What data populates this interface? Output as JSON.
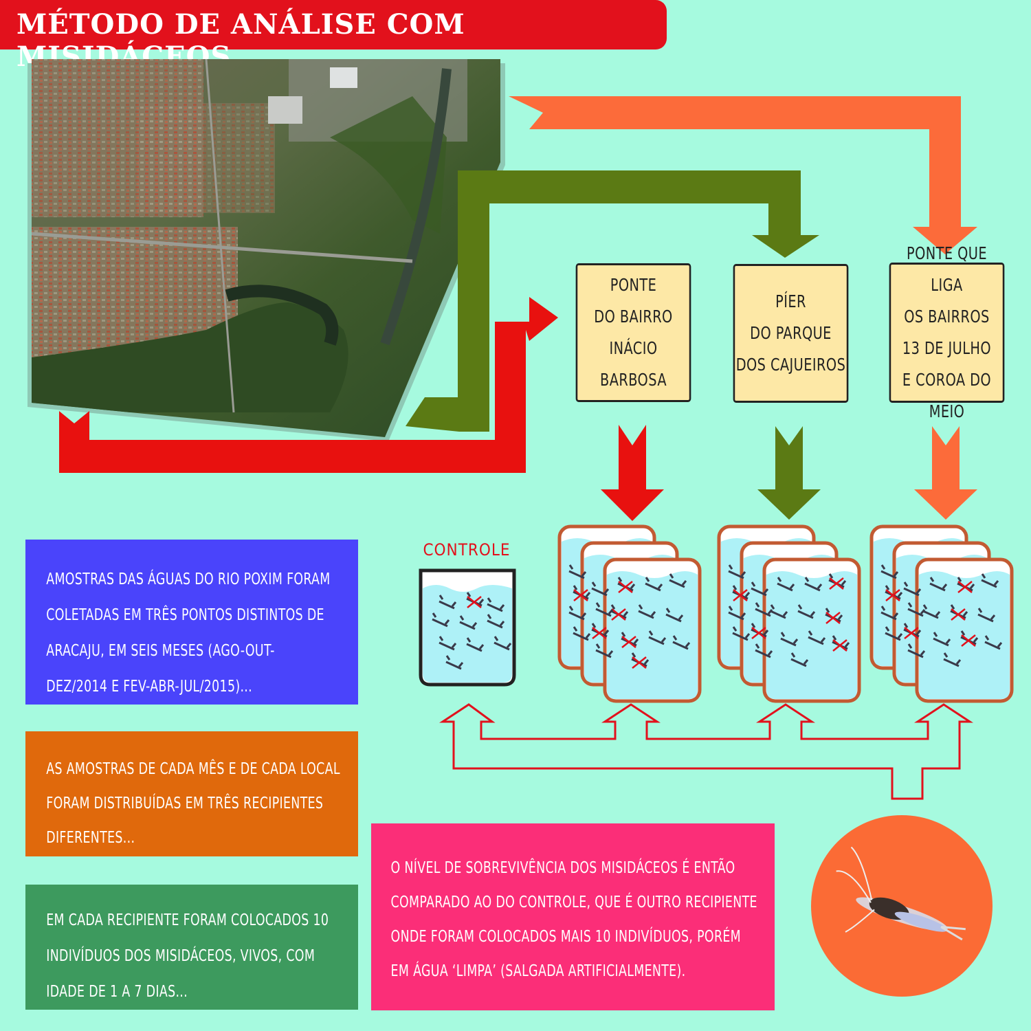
{
  "title": "MÉTODO DE ANÁLISE COM MISIDÁCEOS",
  "sites": [
    {
      "label": "PONTE\nDO BAIRRO\nINÁCIO BARBOSA",
      "color": "#e8110f"
    },
    {
      "label": "PÍER\nDO PARQUE\nDOS CAJUEIROS",
      "color": "#5b7a14"
    },
    {
      "label": "PONTE QUE LIGA\nOS BAIRROS\n13 DE JULHO\nE COROA DO MEIO",
      "color": "#fc6b3a"
    }
  ],
  "control_label": "CONTROLE",
  "steps": [
    {
      "color": "#4a44fb",
      "lines": [
        "AMOSTRAS DAS ÁGUAS DO RIO POXIM FORAM",
        "COLETADAS EM TRÊS PONTOS DISTINTOS DE",
        "ARACAJU, EM SEIS MESES (AGO-OUT-",
        "DEZ/2014 E FEV-ABR-JUL/2015)..."
      ]
    },
    {
      "color": "#e0690c",
      "lines": [
        "AS AMOSTRAS DE CADA MÊS E DE CADA LOCAL",
        "FORAM DISTRIBUÍDAS EM TRÊS RECIPIENTES",
        "DIFERENTES..."
      ]
    },
    {
      "color": "#3d9a5e",
      "lines": [
        "EM CADA RECIPIENTE FORAM COLOCADOS 10",
        "INDIVÍDUOS DOS MISIDÁCEOS, VIVOS, COM",
        "IDADE DE 1 A 7 DIAS..."
      ]
    }
  ],
  "conclusion": {
    "color": "#fb2e78",
    "lines": [
      "O NÍVEL DE SOBREVIVÊNCIA DOS MISIDÁCEOS É ENTÃO",
      "COMPARADO AO DO CONTROLE, QUE É OUTRO RECIPIENTE",
      "ONDE FORAM COLOCADOS MAIS 10 INDIVÍDUOS, PORÉM",
      "EM ÁGUA ‘LIMPA’ (SALGADA ARTIFICIALMENTE)."
    ]
  },
  "colors": {
    "background": "#a6fadf",
    "title_red": "#e2111c",
    "site_fill": "#fde8a6",
    "water": "#aef1f7",
    "jar_rim": "#c25a32",
    "circle": "#fb6b35"
  }
}
